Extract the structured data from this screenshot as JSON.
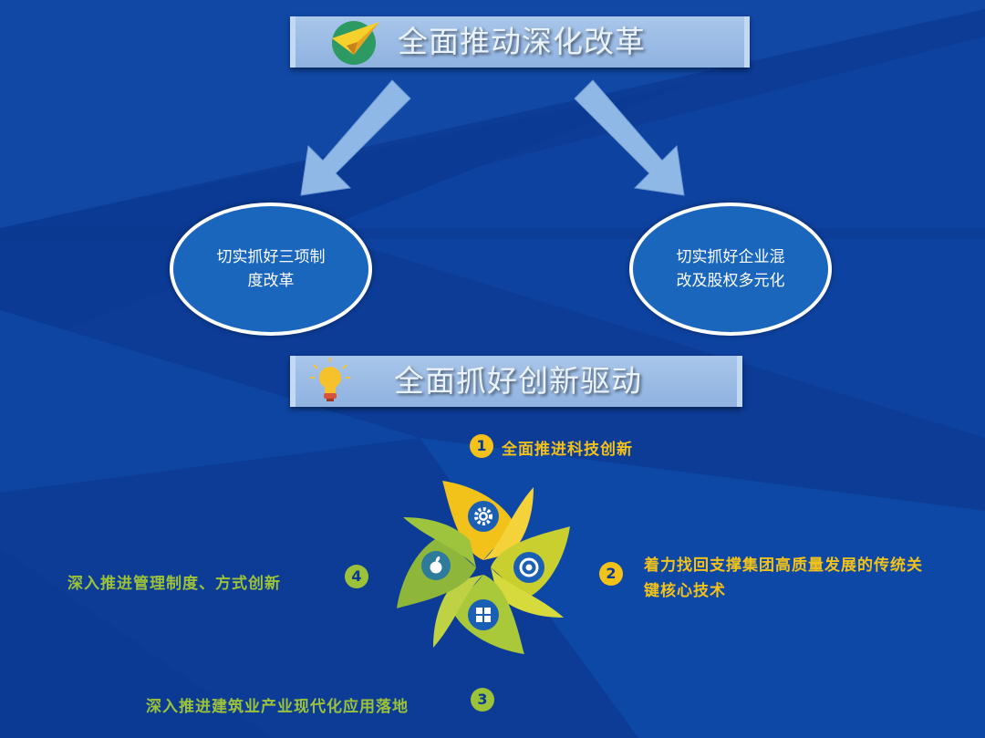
{
  "top_banner": {
    "title": "全面推动深化改革",
    "icon": "paper-plane-icon"
  },
  "left_ellipse": {
    "line1": "切实抓好三项制",
    "line2": "度改革"
  },
  "right_ellipse": {
    "line1": "切实抓好企业混",
    "line2": "改及股权多元化"
  },
  "middle_banner": {
    "title": "全面抓好创新驱动",
    "icon": "light-bulb-icon"
  },
  "steps": [
    {
      "number": "1",
      "label": "全面推进科技创新"
    },
    {
      "number": "2",
      "label_line1": "着力找回支撑集团高质量发展的传统关",
      "label_line2": "键核心技术"
    },
    {
      "number": "3",
      "label": "深入推进建筑业产业现代化应用落地"
    },
    {
      "number": "4",
      "label": "深入推进管理制度、方式创新"
    }
  ],
  "colors": {
    "yellow": "#f2c21a",
    "green": "#9cc23a",
    "ellipse": "#1b66bd",
    "banner": "#a9c6ea"
  },
  "pinwheel_icons": [
    "gear-icon",
    "apple-icon",
    "aperture-icon",
    "windows-icon"
  ]
}
